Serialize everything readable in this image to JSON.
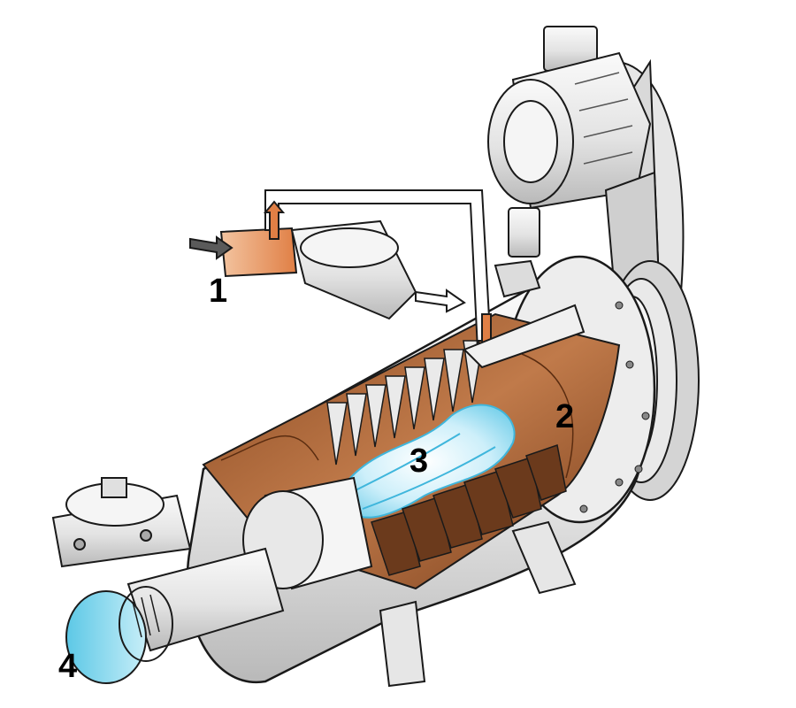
{
  "callouts": {
    "inlet": "1",
    "chamber_wall": "2",
    "core_mixing": "3",
    "outlet": "4"
  },
  "colors": {
    "outline": "#1a1a1a",
    "metal_light": "#f2f2f2",
    "metal_mid": "#d6d6d6",
    "metal_dark": "#a9a9a9",
    "interior_brown": "#b5683a",
    "interior_brown_dark": "#7a3f1c",
    "inlet_orange": "#e69a6a",
    "outlet_blue": "#6fd0e8",
    "swirl_blue": "#9fe2f4"
  }
}
